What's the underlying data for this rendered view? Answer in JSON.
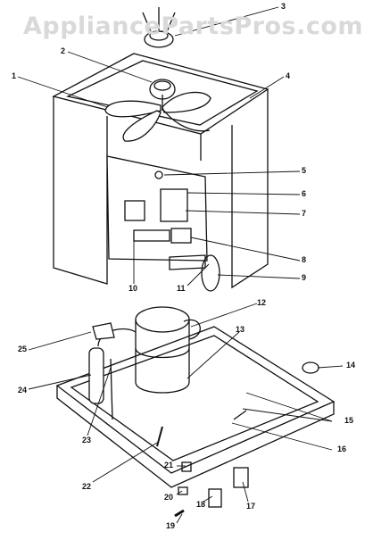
{
  "watermark": "AppliancePartsPros.com",
  "callouts": [
    "1",
    "2",
    "3",
    "4",
    "5",
    "6",
    "7",
    "8",
    "9",
    "10",
    "11",
    "12",
    "13",
    "14",
    "15",
    "16",
    "17",
    "18",
    "19",
    "20",
    "21",
    "22",
    "23",
    "24",
    "25"
  ],
  "colors": {
    "ink": "#111111",
    "watermark": "#d9d9d9",
    "background": "#ffffff"
  }
}
